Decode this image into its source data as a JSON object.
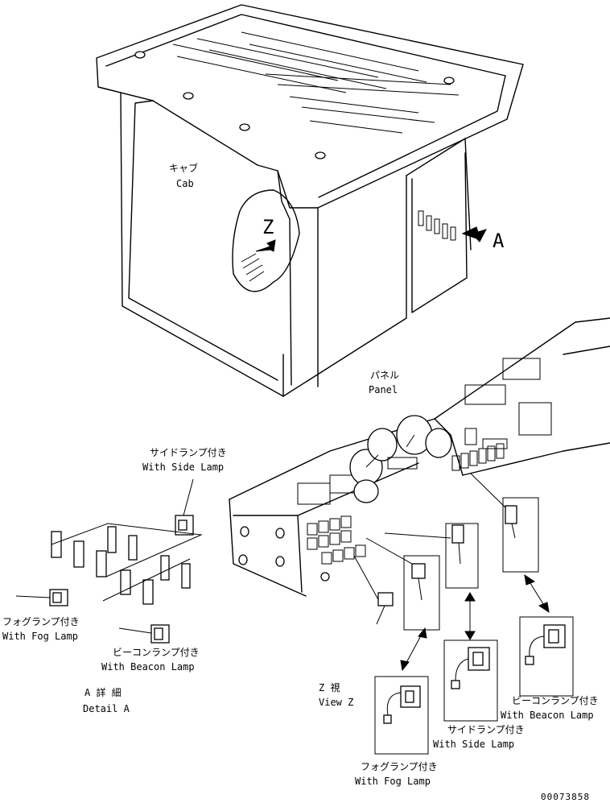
{
  "labels": {
    "cab_jp": "キャブ",
    "cab_en": "Cab",
    "view_z_marker": "Z",
    "view_a_marker": "A",
    "panel_jp": "パネル",
    "panel_en": "Panel",
    "side_lamp_jp": "サイドランプ付き",
    "side_lamp_en": "With Side Lamp",
    "fog_lamp_jp": "フォグランプ付き",
    "fog_lamp_en": "With Fog Lamp",
    "beacon_lamp_jp": "ビーコンランプ付き",
    "beacon_lamp_en": "With Beacon Lamp",
    "detail_a_jp": "A 詳 細",
    "detail_a_en": "Detail A",
    "view_z_jp": "Z  視",
    "view_z_en": "View Z",
    "panel_side_lamp_jp": "サイドランプ付き",
    "panel_side_lamp_en": "With Side Lamp",
    "panel_fog_lamp_jp": "フォグランプ付き",
    "panel_fog_lamp_en": "With Fog Lamp",
    "panel_beacon_lamp_jp": "ビーコンランプ付き",
    "panel_beacon_lamp_en": "With Beacon Lamp",
    "drawing_number": "00073858"
  }
}
